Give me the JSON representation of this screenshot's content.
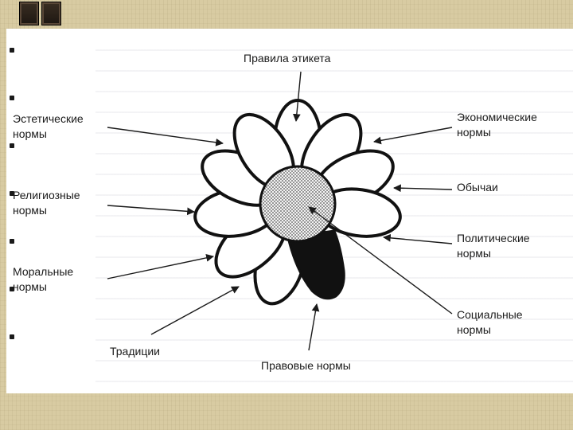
{
  "labels": {
    "etiquette": "Правила этикета",
    "aesthetic": "Эстетические\nнормы",
    "religious": "Религиозные\nнормы",
    "moral": "Моральные\nнормы",
    "traditions": "Традиции",
    "legal": "Правовые нормы",
    "social": "Социальные\nнормы",
    "political": "Политические\nнормы",
    "customs": "Обычаи",
    "economic": "Экономические\nнормы"
  },
  "colors": {
    "background": "#d8cba2",
    "panel": "#ffffff",
    "ink": "#1a1a1a"
  }
}
